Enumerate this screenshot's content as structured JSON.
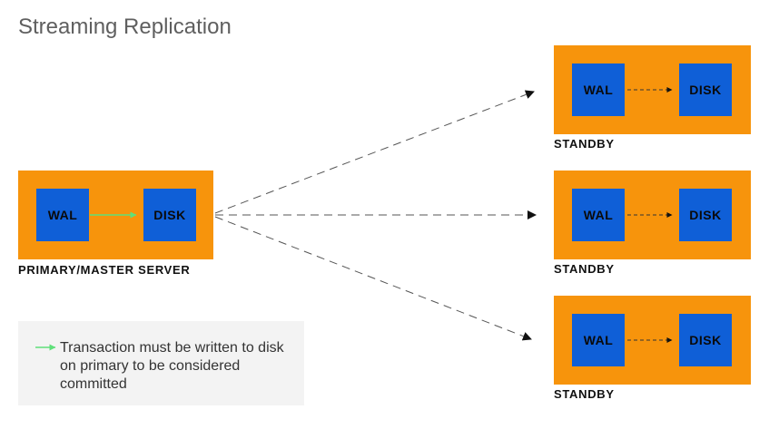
{
  "title": "Streaming Replication",
  "primary": {
    "label": "PRIMARY/MASTER SERVER",
    "wal": "WAL",
    "disk": "DISK"
  },
  "standbys": [
    {
      "label": "STANDBY",
      "wal": "WAL",
      "disk": "DISK"
    },
    {
      "label": "STANDBY",
      "wal": "WAL",
      "disk": "DISK"
    },
    {
      "label": "STANDBY",
      "wal": "WAL",
      "disk": "DISK"
    }
  ],
  "legend": {
    "text": "Transaction must be written to disk on primary to be considered committed"
  },
  "colors": {
    "server": "#f7940c",
    "box": "#0f5fd7",
    "commit_arrow": "#5fe07a"
  }
}
